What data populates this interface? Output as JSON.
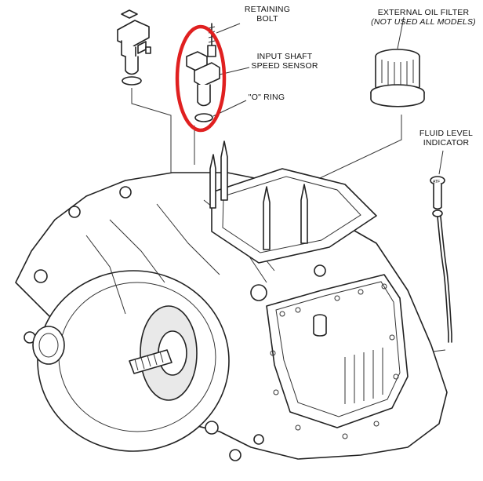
{
  "labels": {
    "retaining_bolt": [
      "RETAINING",
      "BOLT"
    ],
    "input_shaft_speed_sensor": [
      "INPUT SHAFT",
      "SPEED SENSOR"
    ],
    "o_ring": "\"O\" RING",
    "external_oil_filter": [
      "EXTERNAL OIL FILTER",
      "(NOT USED ALL MODELS)"
    ],
    "fluid_level_indicator": [
      "FLUID LEVEL",
      "INDICATOR"
    ],
    "dipstick_marking": "ATF"
  },
  "colors": {
    "highlight": "#e02020",
    "line": "#222222",
    "background": "#ffffff"
  }
}
